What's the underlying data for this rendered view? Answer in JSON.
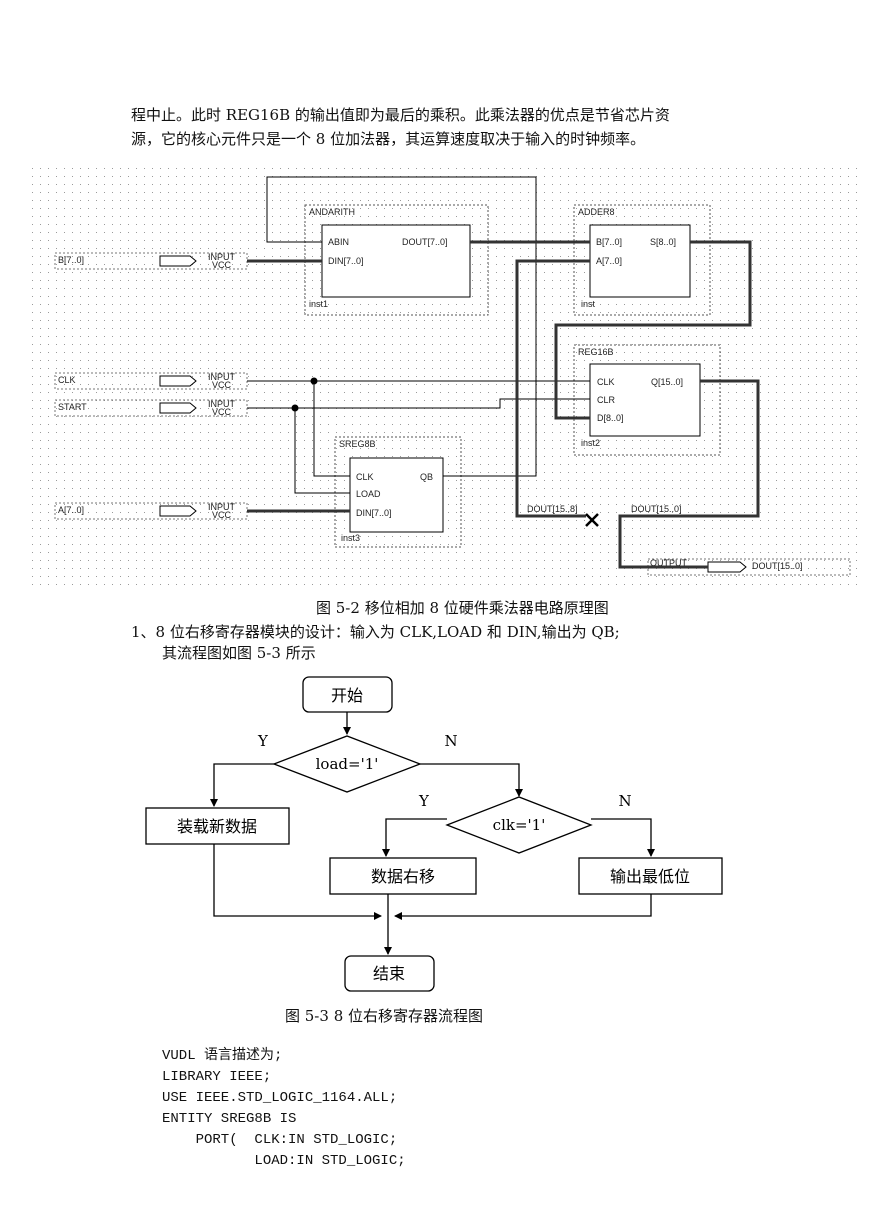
{
  "intro": {
    "line1": "程中止。此时 REG16B 的输出值即为最后的乘积。此乘法器的优点是节省芯片资",
    "line2": "源，它的核心元件只是一个 8 位加法器，其运算速度取决于输入的时钟频率。"
  },
  "schematic": {
    "inputs": [
      {
        "name": "B[7..0]",
        "type": "INPUT",
        "vcc": "VCC"
      },
      {
        "name": "CLK",
        "type": "INPUT",
        "vcc": "VCC"
      },
      {
        "name": "START",
        "type": "INPUT",
        "vcc": "VCC"
      },
      {
        "name": "A[7..0]",
        "type": "INPUT",
        "vcc": "VCC"
      }
    ],
    "output": {
      "name": "DOUT[15..0]",
      "type": "OUTPUT"
    },
    "blocks": {
      "andarith": {
        "title": "ANDARITH",
        "inst": "inst1",
        "ports": [
          "ABIN",
          "DIN[7..0]",
          "DOUT[7..0]"
        ]
      },
      "adder8": {
        "title": "ADDER8",
        "inst": "inst",
        "ports": [
          "B[7..0]",
          "A[7..0]",
          "S[8..0]"
        ]
      },
      "reg16b": {
        "title": "REG16B",
        "inst": "inst2",
        "ports": [
          "CLK",
          "CLR",
          "D[8..0]",
          "Q[15..0]"
        ]
      },
      "sreg8b": {
        "title": "SREG8B",
        "inst": "inst3",
        "ports": [
          "CLK",
          "LOAD",
          "DIN[7..0]",
          "QB"
        ]
      }
    },
    "bus_labels": [
      "DOUT[15..8]",
      "DOUT[15..0]"
    ]
  },
  "fig52_caption": "图 5-2  移位相加 8 位硬件乘法器电路原理图",
  "step1": {
    "line1": "1、8 位右移寄存器模块的设计：输入为 CLK,LOAD 和 DIN,输出为 QB;",
    "line2": "其流程图如图 5-3 所示"
  },
  "flowchart": {
    "start": "开始",
    "cond1": "load='1'",
    "yes1": "Y",
    "no1": "N",
    "load_new": "装载新数据",
    "cond2": "clk='1'",
    "yes2": "Y",
    "no2": "N",
    "shift_right": "数据右移",
    "output_lsb": "输出最低位",
    "end": "结束"
  },
  "fig53_caption": "图 5-3    8 位右移寄存器流程图",
  "code_lines": [
    "VUDL 语言描述为;",
    "LIBRARY IEEE;",
    "USE IEEE.STD_LOGIC_1164.ALL;",
    "ENTITY SREG8B IS",
    "    PORT(  CLK:IN STD_LOGIC;",
    "           LOAD:IN STD_LOGIC;"
  ]
}
